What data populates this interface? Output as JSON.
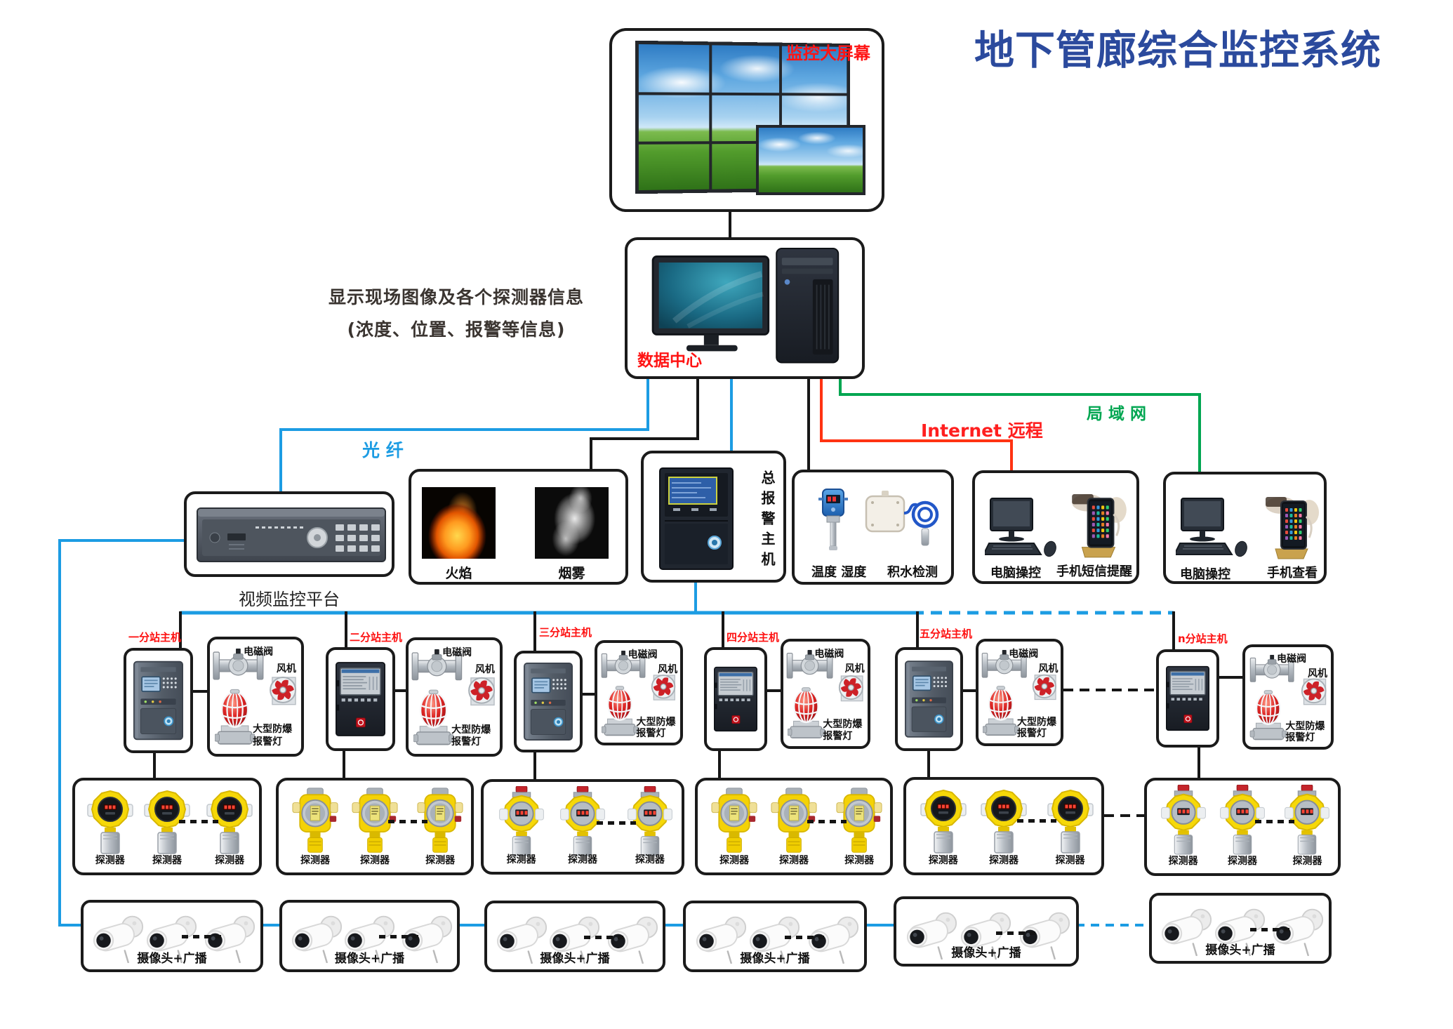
{
  "title": "地下管廊综合监控系统",
  "video_wall": {
    "label": "监控大屏幕"
  },
  "data_center": {
    "label": "数据中心"
  },
  "description": {
    "line1": "显示现场图像及各个探测器信息",
    "line2": "(浓度、位置、报警等信息)"
  },
  "links": {
    "fiber": "光 纤",
    "internet": "Internet 远程",
    "lan": "局 域 网"
  },
  "video_platform": {
    "label": "视频监控平台"
  },
  "fire_smoke": {
    "fire": "火焰",
    "smoke": "烟雾"
  },
  "alarm_host": {
    "label": "总报警主机"
  },
  "env_sensors": {
    "temp": "温度 湿度",
    "water": "积水检测"
  },
  "remote_internet": {
    "pc": "电脑操控",
    "phone": "手机短信提醒"
  },
  "remote_lan": {
    "pc": "电脑操控",
    "phone": "手机查看"
  },
  "stations": [
    {
      "label": "一分站主机",
      "valve": "电磁阀",
      "fan": "风机",
      "light1": "大型防爆",
      "light2": "报警灯"
    },
    {
      "label": "二分站主机",
      "valve": "电磁阀",
      "fan": "风机",
      "light1": "大型防爆",
      "light2": "报警灯"
    },
    {
      "label": "三分站主机",
      "valve": "电磁阀",
      "fan": "风机",
      "light1": "大型防爆",
      "light2": "报警灯"
    },
    {
      "label": "四分站主机",
      "valve": "电磁阀",
      "fan": "风机",
      "light1": "大型防爆",
      "light2": "报警灯"
    },
    {
      "label": "五分站主机",
      "valve": "电磁阀",
      "fan": "风机",
      "light1": "大型防爆",
      "light2": "报警灯"
    },
    {
      "label": "n分站主机",
      "valve": "电磁阀",
      "fan": "风机",
      "light1": "大型防爆",
      "light2": "报警灯"
    }
  ],
  "detector_groups": [
    {
      "labels": [
        "探测器",
        "探测器",
        "探测器"
      ]
    },
    {
      "labels": [
        "探测器",
        "探测器",
        "探测器"
      ]
    },
    {
      "labels": [
        "探测器",
        "探测器",
        "探测器"
      ]
    },
    {
      "labels": [
        "探测器",
        "探测器",
        "探测器"
      ]
    },
    {
      "labels": [
        "探测器",
        "探测器",
        "探测器"
      ]
    },
    {
      "labels": [
        "探测器",
        "探测器",
        "探测器"
      ]
    }
  ],
  "camera_groups": [
    {
      "label": "摄像头+广播"
    },
    {
      "label": "摄像头+广播"
    },
    {
      "label": "摄像头+广播"
    },
    {
      "label": "摄像头+广播"
    },
    {
      "label": "摄像头+广播"
    },
    {
      "label": "摄像头+广播"
    }
  ],
  "colors": {
    "title_blue": "#2b4a9d",
    "label_red": "#ff1414",
    "line_blue": "#1c9ce3",
    "line_green": "#00a651",
    "line_orange": "#ff3312",
    "line_black": "#161616",
    "detector_yellow": "#f6d808"
  }
}
